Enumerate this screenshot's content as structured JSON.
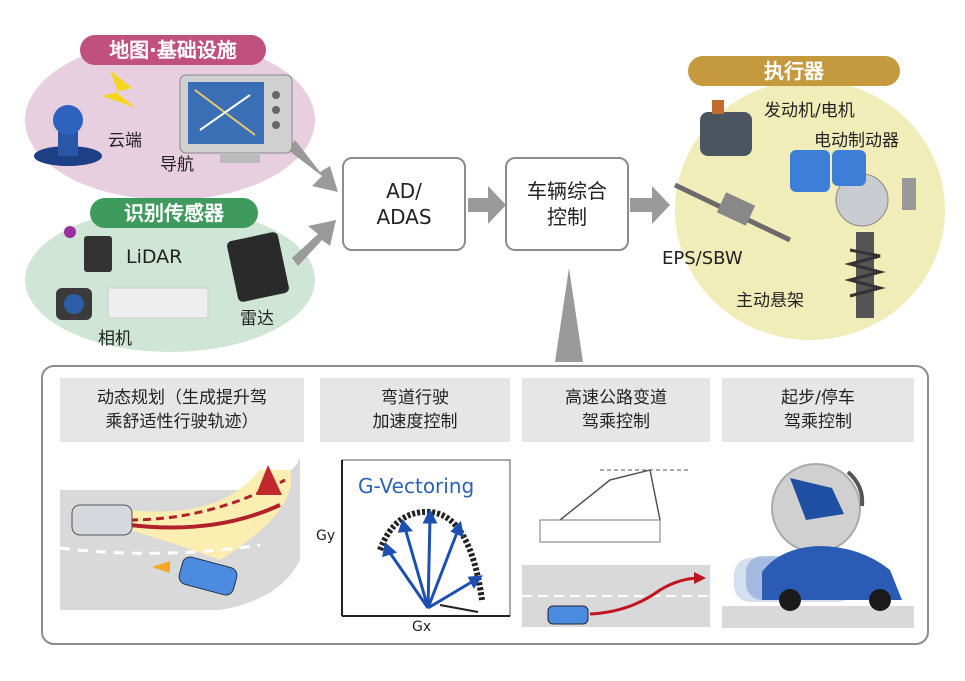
{
  "left": {
    "map_infra": "地图·基础设施",
    "cloud": "云端",
    "navigation": "导航",
    "sensors": "识别传感器",
    "lidar": "LiDAR",
    "radar": "雷达",
    "camera": "相机"
  },
  "center": {
    "ad_line1": "AD/",
    "ad_line2": "ADAS",
    "vehicle_line1": "车辆综合",
    "vehicle_line2": "控制"
  },
  "right": {
    "actuators": "执行器",
    "engine_motor": "发动机/电机",
    "electric_brake": "电动制动器",
    "eps_sbw": "EPS/SBW",
    "active_suspension": "主动悬架"
  },
  "bottom": {
    "panel1_line1": "动态规划（生成提升驾",
    "panel1_line2": "乘舒适性行驶轨迹）",
    "panel2_line1": "弯道行驶",
    "panel2_line2": "加速度控制",
    "panel3_line1": "高速公路变道",
    "panel3_line2": "驾乘控制",
    "panel4_line1": "起步/停车",
    "panel4_line2": "驾乘控制",
    "gvec_title": "G-Vectoring",
    "gy": "Gy",
    "gx": "Gx"
  },
  "colors": {
    "map_pill": "#c0507e",
    "sensor_pill": "#3f9a5e",
    "actuator_pill": "#c59a3e",
    "map_bg": "#e8cfe0",
    "sensor_bg": "#cfe6d6",
    "actuator_bg": "#f1edb8",
    "arrow": "#9a9a9a"
  }
}
